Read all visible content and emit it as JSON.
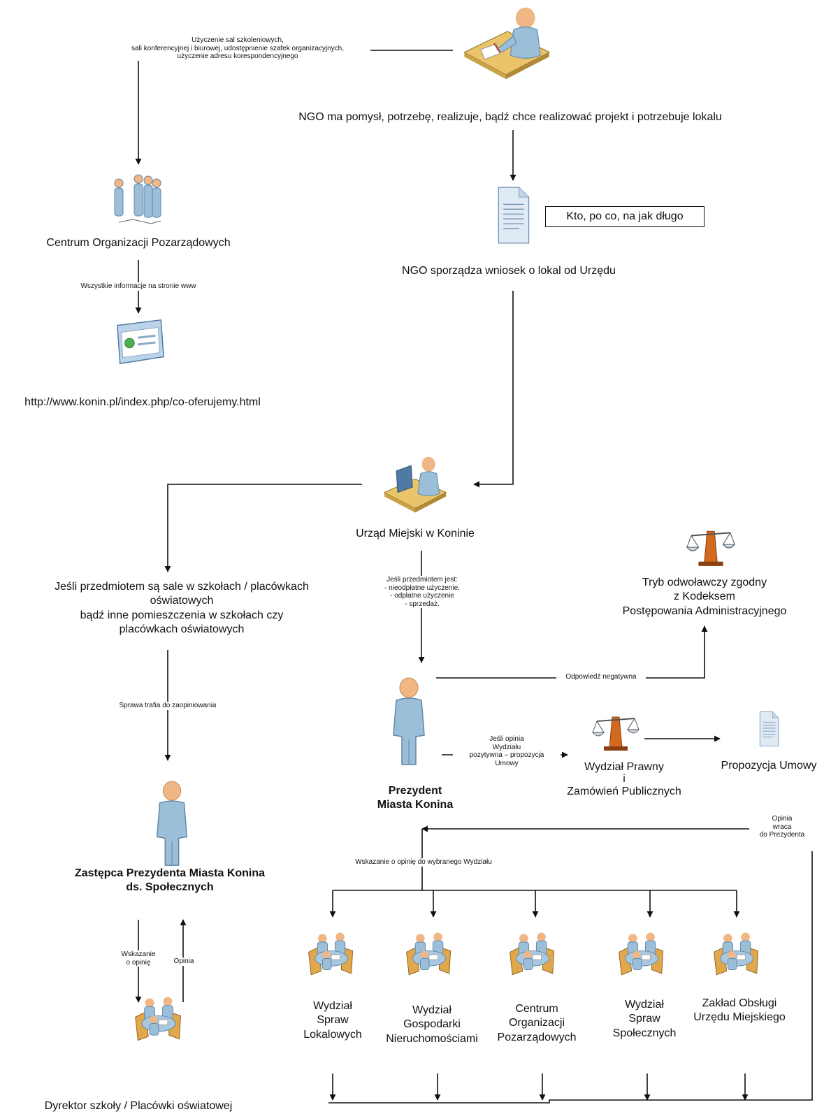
{
  "ngo_idea": "NGO ma pomysł, potrzebę, realizuje, bądź chce realizować projekt i potrzebuje lokalu",
  "services_offer": [
    "Użyczenie sal szkoleniowych,",
    "sali konferencyjnej i biurowej, udostępnienie szafek organizacyjnych,",
    "użyczenie adresu korespondencyjnego"
  ],
  "cop_title": "Centrum Organizacji Pozarządowych",
  "www_info": "Wszystkie informacje na stronie www",
  "url": "http://www.konin.pl/index.php/co-oferujemy.html",
  "request_box": "Kto, po co, na jak długo",
  "ngo_request": "NGO sporządza wniosek o lokal od Urzędu",
  "office": "Urząd Miejski w Koninie",
  "schools_condition": [
    "Jeśli przedmiotem są sale w szkołach / placówkach",
    "oświatowych",
    "bądź inne pomieszczenia w szkołach czy",
    "placówkach oświatowych"
  ],
  "if_subject": [
    "Jeśli przedmiotem jest:",
    "- nieodpłatne użyczenie,",
    "- odpłatne użyczenie",
    "- sprzedaż."
  ],
  "appeal": [
    "Tryb odwoławczy zgodny",
    "z Kodeksem",
    "Postępowania Administracyjnego"
  ],
  "negative": "Odpowiedź negatywna",
  "case_opinion": "Sprawa trafia do zaopiniowania",
  "president": [
    "Prezydent",
    "Miasta Konina"
  ],
  "if_positive": [
    "Jeśli opinia",
    "Wydziału",
    "pozytywna – propozycja",
    "Umowy"
  ],
  "legal_dept": [
    "Wydział Prawny",
    "i",
    "Zamówień Publicznych"
  ],
  "contract": "Propozycja Umowy",
  "opinion_returns": [
    "Opinia",
    "wraca",
    "do Prezydenta"
  ],
  "indication_dept": "Wskazanie o opinię do wybranego Wydziału",
  "deputy": [
    "Zastępca Prezydenta Miasta Konina",
    "ds. Społecznych"
  ],
  "indication_short": [
    "Wskazanie",
    "o opinię"
  ],
  "opinion": "Opinia",
  "director": "Dyrektor szkoły / Placówki oświatowej",
  "departments": [
    [
      "Wydział",
      "Spraw",
      "Lokalowych"
    ],
    [
      "Wydział",
      "Gospodarki",
      "Nieruchomościami"
    ],
    [
      "Centrum",
      "Organizacji",
      "Pozarządowych"
    ],
    [
      "Wydział",
      "Spraw",
      "Społecznych"
    ],
    [
      "Zakład Obsługi",
      "Urzędu Miejskiego"
    ]
  ],
  "icons": [
    "person-at-desk-icon",
    "group-of-people-icon",
    "document-icon",
    "web-page-icon",
    "computer-worker-icon",
    "scales-icon",
    "standing-person-icon",
    "meeting-table-icon"
  ],
  "colors": {
    "figure_blue": "#9bbfd9",
    "skin": "#f0b784",
    "desk": "#e9c46a",
    "scales_orange": "#d2691e"
  }
}
